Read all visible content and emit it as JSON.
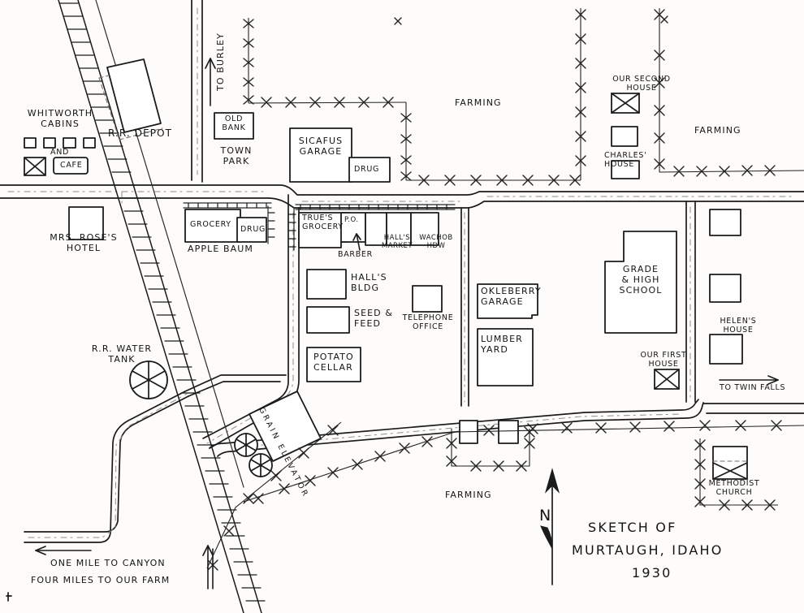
{
  "document": {
    "kind": "hand-drawn map sketch",
    "title_line1": "SKETCH OF",
    "title_line2": "MURTAUGH, IDAHO",
    "title_line3": "1930",
    "compass_label": "N",
    "ink_color": "#1b1b1b",
    "paper_color": "#fdfcfa"
  },
  "labels": {
    "whitworth_cabins": "WHITWORTH\nCABINS",
    "and": "AND",
    "cafe": "CAFE",
    "rr_depot": "R.R. DEPOT",
    "mrs_rose_hotel": "MRS. ROSE'S\nHOTEL",
    "rr_water_tank": "R.R. WATER\nTANK",
    "to_burley": "TO BURLEY",
    "old_bank": "OLD\nBANK",
    "town_park": "TOWN\nPARK",
    "grocery": "GROCERY",
    "drug_west": "DRUG",
    "applebaum": "APPLE BAUM",
    "sicafus_garage": "SICAFUS\nGARAGE",
    "drug_north": "DRUG",
    "trues_grocery": "TRUE'S\nGROCERY",
    "po": "P.O.",
    "barber": "BARBER",
    "halls_market": "HALL'S\nMARKET",
    "wachob_hdw": "WACHOB\nHDW",
    "halls_bldg": "HALL'S\nBLDG",
    "seed_feed": "SEED &\nFEED",
    "potato_cellar": "POTATO\nCELLAR",
    "telephone_office": "TELEPHONE\nOFFICE",
    "okleberry_garage": "OKLEBERRY\nGARAGE",
    "lumber_yard": "LUMBER\nYARD",
    "grain_elevator": "GRAIN ELEVATOR",
    "our_second_house": "OUR SECOND\nHOUSE",
    "charles_house": "CHARLES'\nHOUSE",
    "grade_high_school": "GRADE\n& HIGH\nSCHOOL",
    "our_first_house": "OUR FIRST\nHOUSE",
    "helens_house": "HELEN'S\nHOUSE",
    "methodist_church": "METHODIST\nCHURCH",
    "to_twin_falls": "TO TWIN FALLS",
    "farming_top": "FARMING",
    "farming_right": "FARMING",
    "farming_bottom": "FARMING",
    "one_mile_canyon": "ONE MILE TO CANYON",
    "four_miles_farm": "FOUR MILES TO OUR FARM"
  },
  "features": {
    "streets": [
      {
        "name": "main-street-horizontal",
        "orientation": "horizontal"
      },
      {
        "name": "north-cross-street",
        "orientation": "horizontal"
      },
      {
        "name": "south-cross-street",
        "orientation": "horizontal"
      },
      {
        "name": "park-street-vertical",
        "orientation": "vertical"
      },
      {
        "name": "center-street-vertical",
        "orientation": "vertical"
      },
      {
        "name": "east-street-vertical",
        "orientation": "vertical"
      },
      {
        "name": "school-street-vertical",
        "orientation": "vertical"
      }
    ],
    "railroad": {
      "name": "railroad-track",
      "direction": "northwest-to-southeast"
    },
    "fences": {
      "name": "barbed-wire-fence",
      "marker": "x"
    }
  },
  "directions": {
    "burley_arrow": "north",
    "twin_falls_arrow": "east",
    "canyon_arrow": "west"
  }
}
